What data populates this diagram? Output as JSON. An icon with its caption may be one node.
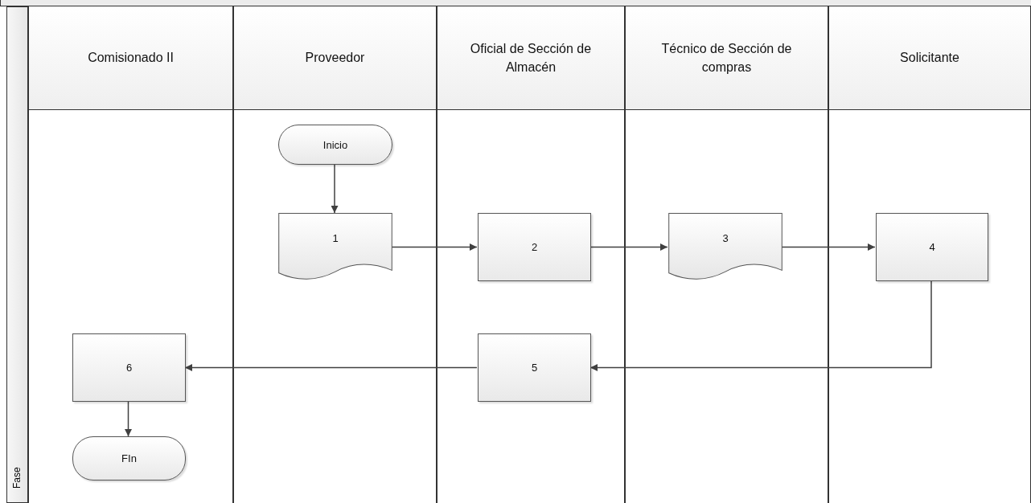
{
  "diagram": {
    "nodes": [
      {
        "text": [
          "Fase"
        ]
      },
      {
        "text": [
          "Comisionado II"
        ]
      },
      {
        "text": [
          "Proveedor"
        ]
      },
      {
        "text": [
          "Oficial de Sección de Almacén"
        ]
      },
      {
        "text": [
          "Técnico de Sección de compras"
        ]
      },
      {
        "text": [
          "Solicitante"
        ]
      },
      {
        "text": [
          "Inicio"
        ],
        "in": 2
      },
      {
        "text": [
          "1"
        ],
        "in": 2
      },
      {
        "text": [
          "2"
        ],
        "in": 3
      },
      {
        "text": [
          "3"
        ],
        "in": 4
      },
      {
        "text": [
          "4"
        ],
        "in": 5
      },
      {
        "text": [
          "5"
        ],
        "in": 3
      },
      {
        "text": [
          "6"
        ],
        "in": 1
      },
      {
        "text": [
          "FIn"
        ],
        "in": 1
      }
    ],
    "edges": [
      {
        "from": 6,
        "to": 7,
        "arrow": "to"
      },
      {
        "from": 7,
        "to": 8,
        "arrow": "to"
      },
      {
        "from": 8,
        "to": 9,
        "arrow": "to"
      },
      {
        "from": 9,
        "to": 10,
        "arrow": "to"
      },
      {
        "from": 10,
        "to": 11,
        "arrow": "to"
      },
      {
        "from": 11,
        "to": 12,
        "arrow": "to"
      },
      {
        "from": 12,
        "to": 13,
        "arrow": "to"
      }
    ]
  }
}
